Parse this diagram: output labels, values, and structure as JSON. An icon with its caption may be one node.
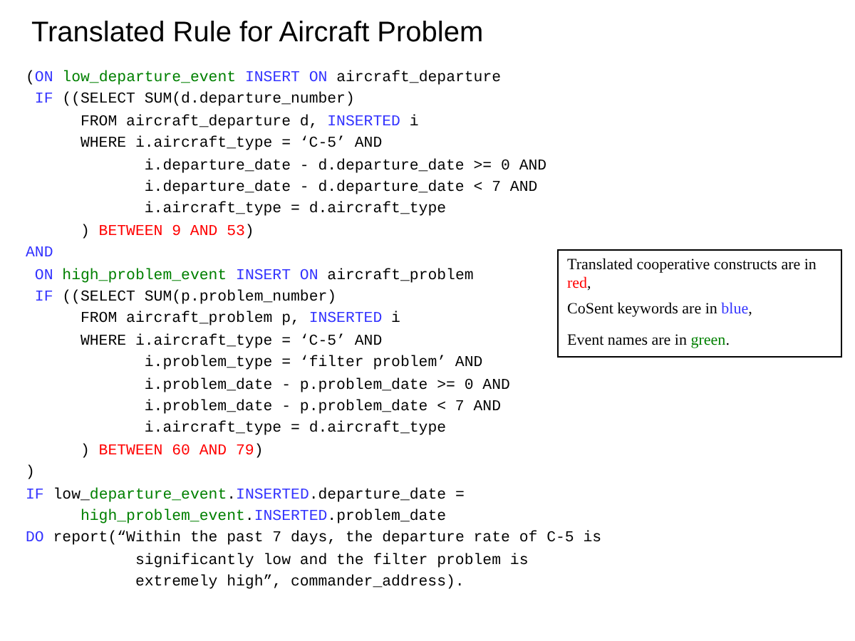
{
  "diagram": {
    "title": "Translated Rule for Aircraft Problem",
    "labels": [
      "(ON low_departure_event INSERT ON aircraft_departure",
      "IF ((SELECT SUM(d.departure_number)",
      "FROM aircraft_departure d, INSERTED i",
      "WHERE i.aircraft_type = ‘C-5’ AND",
      "i.departure_date - d.departure_date >= 0 AND",
      "i.departure_date - d.departure_date < 7 AND",
      "i.aircraft_type = d.aircraft_type",
      ") BETWEEN 9 AND 53)",
      "AND",
      "ON high_problem_event INSERT ON aircraft_problem",
      "IF ((SELECT SUM(p.problem_number)",
      "FROM aircraft_problem p, INSERTED i",
      "WHERE i.aircraft_type = ‘C-5’ AND",
      "i.problem_type = ‘filter problem’ AND",
      "i.problem_date - p.problem_date >= 0 AND",
      "i.problem_date - p.problem_date < 7 AND",
      "i.aircraft_type = d.aircraft_type",
      ") BETWEEN 60 AND 79)",
      ")",
      "IF low_departure_event.INSERTED.departure_date =",
      "high_problem_event.INSERTED.problem_date",
      "DO report(“Within the past 7 days, the departure rate of C-5 is",
      "significantly low and the filter problem is",
      "extremely high”, commander_address).",
      "Translated cooperative constructs are in red,",
      "CoSent keywords are in blue,",
      "Event names are in green."
    ]
  }
}
